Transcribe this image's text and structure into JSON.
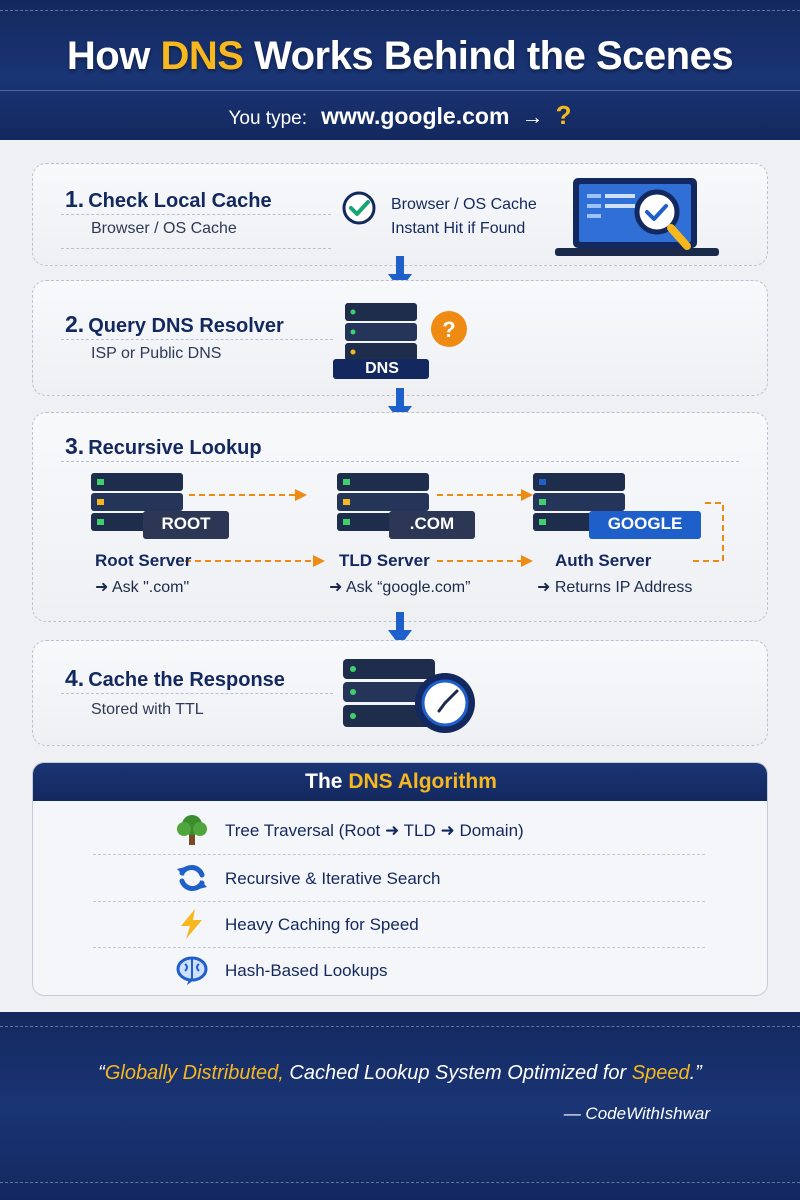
{
  "header": {
    "title_prefix": "How",
    "title_accent": "DNS",
    "title_suffix": "Works Behind the Scenes",
    "you_type": "You type:",
    "url": "www.google.com",
    "arrow": "→",
    "question": "?"
  },
  "steps": [
    {
      "num": "1.",
      "title": "Check Local Cache",
      "sub": "Browser / OS Cache",
      "callout_line1": "Browser / OS Cache",
      "callout_line2": "Instant Hit if Found"
    },
    {
      "num": "2.",
      "title": "Query DNS Resolver",
      "sub": "ISP or Public DNS",
      "server_label": "DNS",
      "badge": "?"
    },
    {
      "num": "3.",
      "title": "Recursive Lookup"
    },
    {
      "num": "4.",
      "title": "Cache the Response",
      "sub": "Stored with TTL"
    }
  ],
  "lookup": [
    {
      "server_label": "ROOT",
      "name": "Root Server",
      "ask": "➜ Ask \".com\""
    },
    {
      "server_label": ".COM",
      "name": "TLD Server",
      "ask": "➜ Ask “google.com”"
    },
    {
      "server_label": "GOOGLE",
      "name": "Auth Server",
      "ask": "➜ Returns IP Address"
    }
  ],
  "algorithm": {
    "title_prefix": "The",
    "title_accent": "DNS Algorithm",
    "items": [
      {
        "icon": "tree-icon",
        "text": "Tree Traversal (Root ➜ TLD ➜ Domain)"
      },
      {
        "icon": "refresh-cycle-icon",
        "text": "Recursive & Iterative Search"
      },
      {
        "icon": "lightning-icon",
        "text": "Heavy Caching for Speed"
      },
      {
        "icon": "brain-icon",
        "text": "Hash-Based Lookups"
      }
    ]
  },
  "footer": {
    "quote_open": "“",
    "quote_accent1": "Globally Distributed,",
    "quote_middle": "Cached Lookup System Optimized for",
    "quote_accent2": "Speed",
    "quote_close": ".”",
    "author": "— CodeWithIshwar"
  },
  "colors": {
    "navy": "#13285e",
    "gold": "#f6b81e",
    "blue": "#1e5fc9",
    "orange": "#ef8a12"
  }
}
